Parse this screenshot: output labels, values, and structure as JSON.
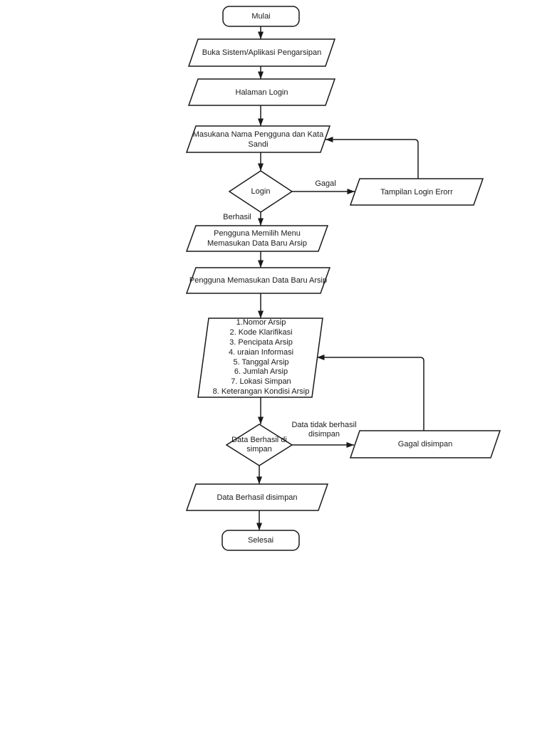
{
  "flowchart": {
    "background": "#ffffff",
    "stroke_color": "#1a1a1a",
    "text_color": "#1a1a1a",
    "nodes": {
      "start": {
        "type": "terminator",
        "label": "Mulai"
      },
      "open_app": {
        "type": "input-output",
        "label": "Buka Sistem/Aplikasi Pengarsipan"
      },
      "login_page": {
        "type": "input-output",
        "label": "Halaman Login"
      },
      "enter_credentials": {
        "type": "input-output",
        "lines": [
          "Masukana Nama Pengguna dan Kata",
          "Sandi"
        ]
      },
      "login_decision": {
        "type": "decision",
        "label": "Login"
      },
      "login_error": {
        "type": "input-output",
        "label": "Tampilan Login Erorr"
      },
      "choose_menu": {
        "type": "input-output",
        "lines": [
          "Pengguna Memilih Menu",
          "Memasukan  Data Baru Arsip"
        ]
      },
      "enter_new_data": {
        "type": "input-output",
        "label": "Pengguna Memasukan Data Baru Arsip"
      },
      "archive_fields": {
        "type": "input-output",
        "items": [
          "1.Nomor Arsip",
          "2. Kode Klarifikasi",
          "3. Pencipata Arsip",
          "4. uraian Informasi",
          "5. Tanggal Arsip",
          "6. Jumlah Arsip",
          "7. Lokasi Simpan",
          "8. Keterangan Kondisi Arsip"
        ]
      },
      "save_decision": {
        "type": "decision",
        "lines": [
          "Data Berhasil di",
          "simpan"
        ]
      },
      "save_failed": {
        "type": "input-output",
        "label": "Gagal disimpan"
      },
      "save_success": {
        "type": "input-output",
        "label": "Data Berhasil disimpan"
      },
      "end": {
        "type": "terminator",
        "label": "Selesai"
      }
    },
    "edge_labels": {
      "login_fail": "Gagal",
      "login_success": "Berhasil",
      "save_fail": [
        "Data tidak berhasil",
        "disimpan"
      ]
    }
  }
}
